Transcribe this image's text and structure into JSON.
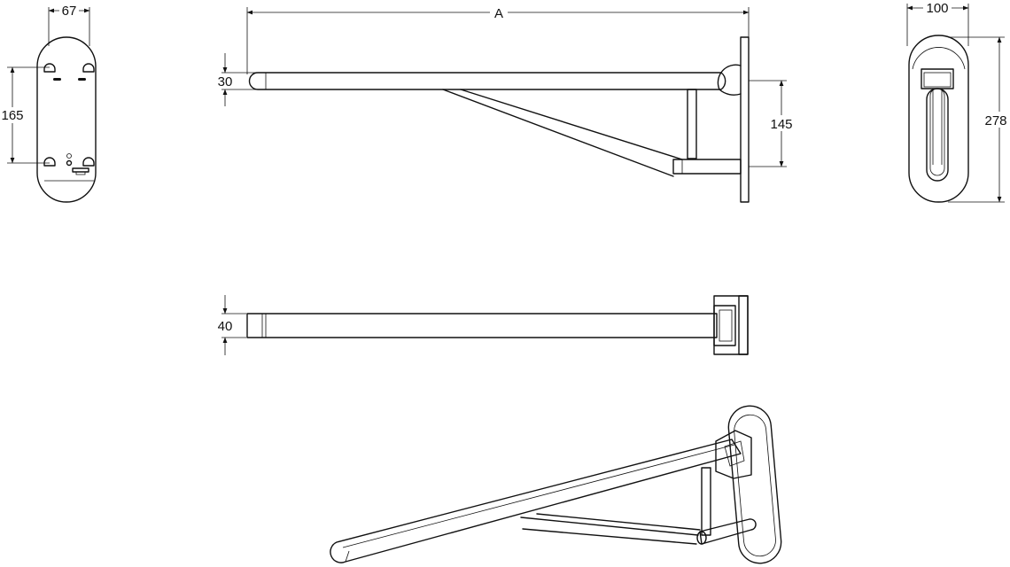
{
  "dimensions": {
    "plate_width": "67",
    "hole_spacing": "165",
    "bar_length": "A",
    "tube_diameter": "30",
    "bracket_height": "145",
    "cover_width": "100",
    "cover_height": "278",
    "top_width": "40"
  },
  "colors": {
    "line": "#111111",
    "background": "#ffffff"
  }
}
